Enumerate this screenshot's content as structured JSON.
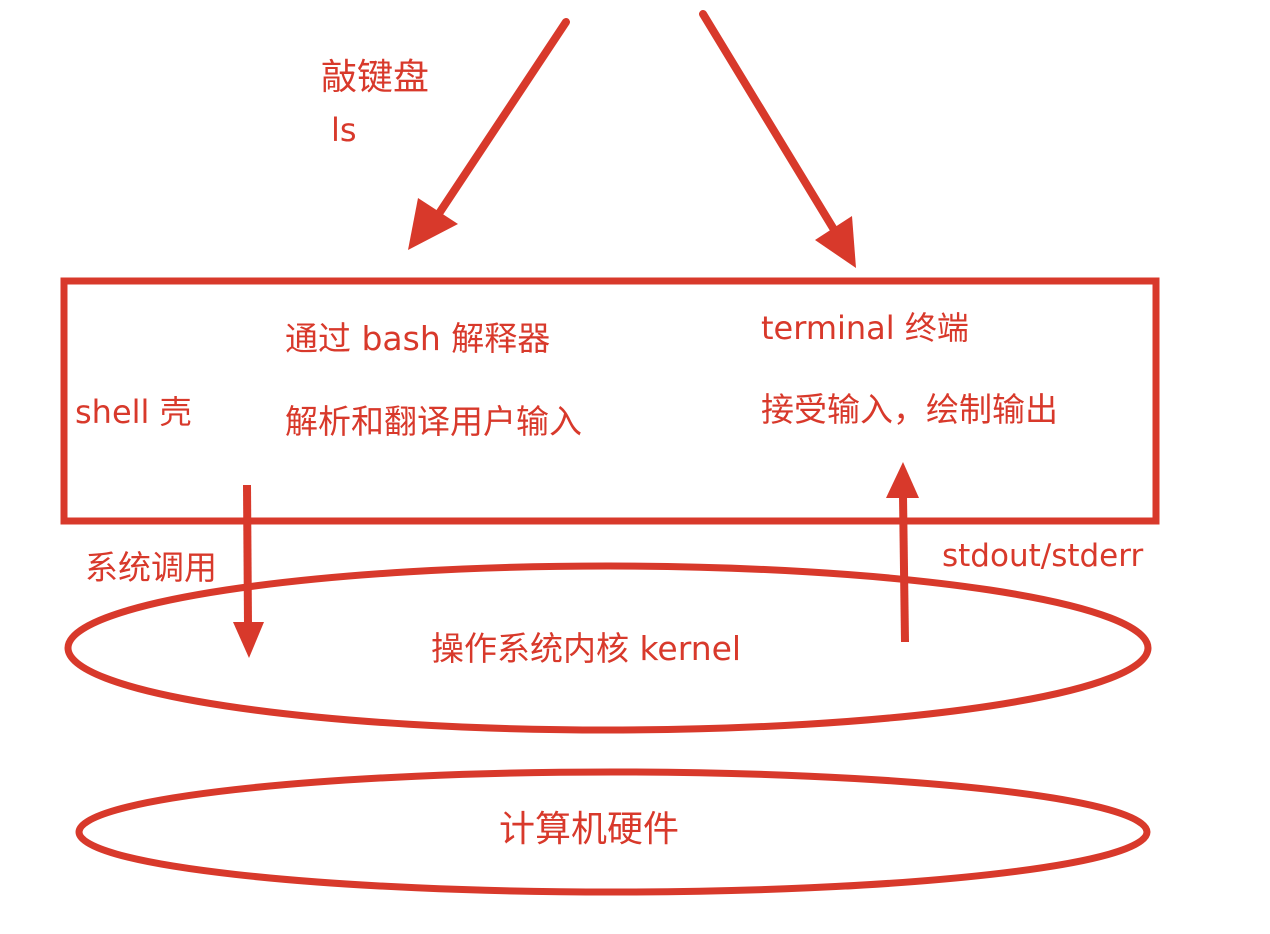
{
  "diagram": {
    "colors": {
      "stroke": "#d8392b",
      "background": "#ffffff"
    },
    "input": {
      "action": "敲键盘",
      "command": "ls"
    },
    "shell": {
      "label": "shell  壳",
      "line1": "通过 bash 解释器",
      "line2": "解析和翻译用户输入"
    },
    "terminal": {
      "line1": "terminal 终端",
      "line2": "接受输入，绘制输出"
    },
    "syscall": {
      "label": "系统调用"
    },
    "output": {
      "label": "stdout/stderr"
    },
    "kernel": {
      "label": "操作系统内核 kernel"
    },
    "hardware": {
      "label": "计算机硬件"
    }
  }
}
